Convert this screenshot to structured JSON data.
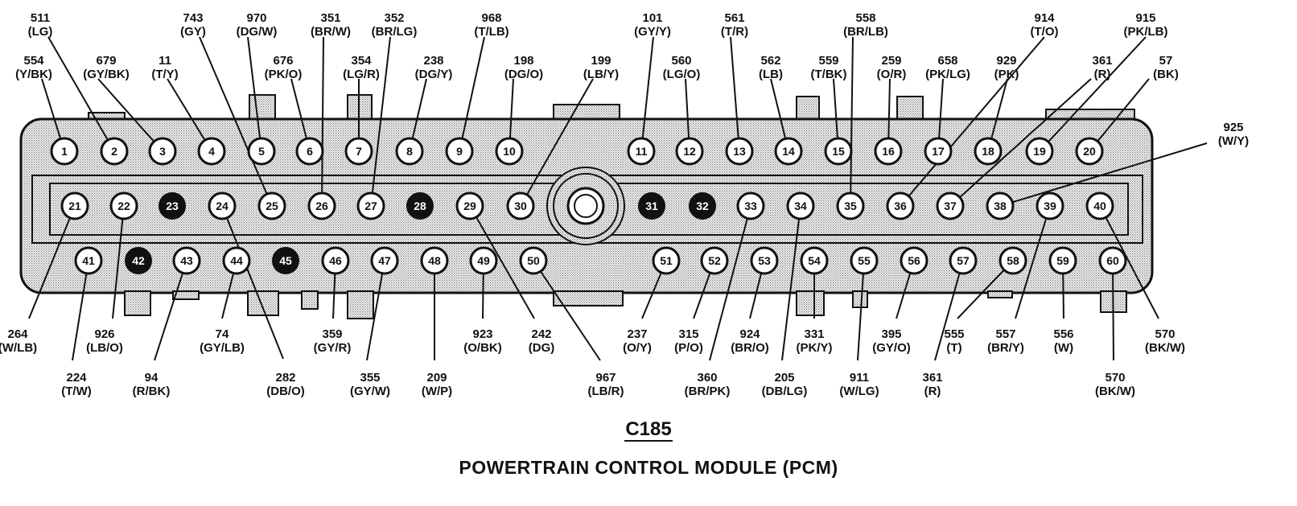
{
  "connector": {
    "id": "C185",
    "title": "POWERTRAIN CONTROL MODULE (PCM)"
  },
  "pins": [
    {
      "n": "1",
      "circuit": "554",
      "color": "(Y/BK)"
    },
    {
      "n": "2",
      "circuit": "511",
      "color": "(LG)"
    },
    {
      "n": "3",
      "circuit": "679",
      "color": "(GY/BK)"
    },
    {
      "n": "4",
      "circuit": "11",
      "color": "(T/Y)"
    },
    {
      "n": "5",
      "circuit": "970",
      "color": "(DG/W)"
    },
    {
      "n": "6",
      "circuit": "676",
      "color": "(PK/O)"
    },
    {
      "n": "7",
      "circuit": "354",
      "color": "(LG/R)"
    },
    {
      "n": "8",
      "circuit": "238",
      "color": "(DG/Y)"
    },
    {
      "n": "9",
      "circuit": "968",
      "color": "(T/LB)"
    },
    {
      "n": "10",
      "circuit": "198",
      "color": "(DG/O)"
    },
    {
      "n": "11",
      "circuit": "101",
      "color": "(GY/Y)"
    },
    {
      "n": "12",
      "circuit": "560",
      "color": "(LG/O)"
    },
    {
      "n": "13",
      "circuit": "561",
      "color": "(T/R)"
    },
    {
      "n": "14",
      "circuit": "562",
      "color": "(LB)"
    },
    {
      "n": "15",
      "circuit": "559",
      "color": "(T/BK)"
    },
    {
      "n": "16",
      "circuit": "259",
      "color": "(O/R)"
    },
    {
      "n": "17",
      "circuit": "658",
      "color": "(PK/LG)"
    },
    {
      "n": "18",
      "circuit": "929",
      "color": "(PK)"
    },
    {
      "n": "19",
      "circuit": "915",
      "color": "(PK/LB)"
    },
    {
      "n": "20",
      "circuit": "57",
      "color": "(BK)"
    },
    {
      "n": "21",
      "circuit": "264",
      "color": "(W/LB)"
    },
    {
      "n": "22",
      "circuit": "926",
      "color": "(LB/O)"
    },
    {
      "n": "23",
      "filled": true
    },
    {
      "n": "24",
      "circuit": "282",
      "color": "(DB/O)"
    },
    {
      "n": "25",
      "circuit": "743",
      "color": "(GY)"
    },
    {
      "n": "26",
      "circuit": "351",
      "color": "(BR/W)"
    },
    {
      "n": "27",
      "circuit": "352",
      "color": "(BR/LG)"
    },
    {
      "n": "28",
      "filled": true
    },
    {
      "n": "29",
      "circuit": "242",
      "color": "(DG)"
    },
    {
      "n": "30",
      "circuit": "199",
      "color": "(LB/Y)"
    },
    {
      "n": "31",
      "filled": true
    },
    {
      "n": "32",
      "filled": true
    },
    {
      "n": "33",
      "circuit": "360",
      "color": "(BR/PK)"
    },
    {
      "n": "34",
      "circuit": "205",
      "color": "(DB/LG)"
    },
    {
      "n": "35",
      "circuit": "558",
      "color": "(BR/LB)"
    },
    {
      "n": "36",
      "circuit": "914",
      "color": "(T/O)"
    },
    {
      "n": "37",
      "circuit": "361",
      "color": "(R)"
    },
    {
      "n": "38",
      "circuit": "925",
      "color": "(W/Y)"
    },
    {
      "n": "39",
      "circuit": "557",
      "color": "(BR/Y)"
    },
    {
      "n": "40",
      "circuit": "570",
      "color": "(BK/W)"
    },
    {
      "n": "41",
      "circuit": "224",
      "color": "(T/W)"
    },
    {
      "n": "42",
      "filled": true
    },
    {
      "n": "43",
      "circuit": "94",
      "color": "(R/BK)"
    },
    {
      "n": "44",
      "circuit": "74",
      "color": "(GY/LB)"
    },
    {
      "n": "45",
      "filled": true
    },
    {
      "n": "46",
      "circuit": "359",
      "color": "(GY/R)"
    },
    {
      "n": "47",
      "circuit": "355",
      "color": "(GY/W)"
    },
    {
      "n": "48",
      "circuit": "209",
      "color": "(W/P)"
    },
    {
      "n": "49",
      "circuit": "923",
      "color": "(O/BK)"
    },
    {
      "n": "50",
      "circuit": "967",
      "color": "(LB/R)"
    },
    {
      "n": "51",
      "circuit": "237",
      "color": "(O/Y)"
    },
    {
      "n": "52",
      "circuit": "315",
      "color": "(P/O)"
    },
    {
      "n": "53",
      "circuit": "924",
      "color": "(BR/O)"
    },
    {
      "n": "54",
      "circuit": "331",
      "color": "(PK/Y)"
    },
    {
      "n": "55",
      "circuit": "911",
      "color": "(W/LG)"
    },
    {
      "n": "56",
      "circuit": "395",
      "color": "(GY/O)"
    },
    {
      "n": "57",
      "circuit": "361",
      "color": "(R)"
    },
    {
      "n": "58",
      "circuit": "555",
      "color": "(T)"
    },
    {
      "n": "59",
      "circuit": "556",
      "color": "(W)"
    },
    {
      "n": "60",
      "circuit": "570",
      "color": "(BK/W)"
    }
  ]
}
